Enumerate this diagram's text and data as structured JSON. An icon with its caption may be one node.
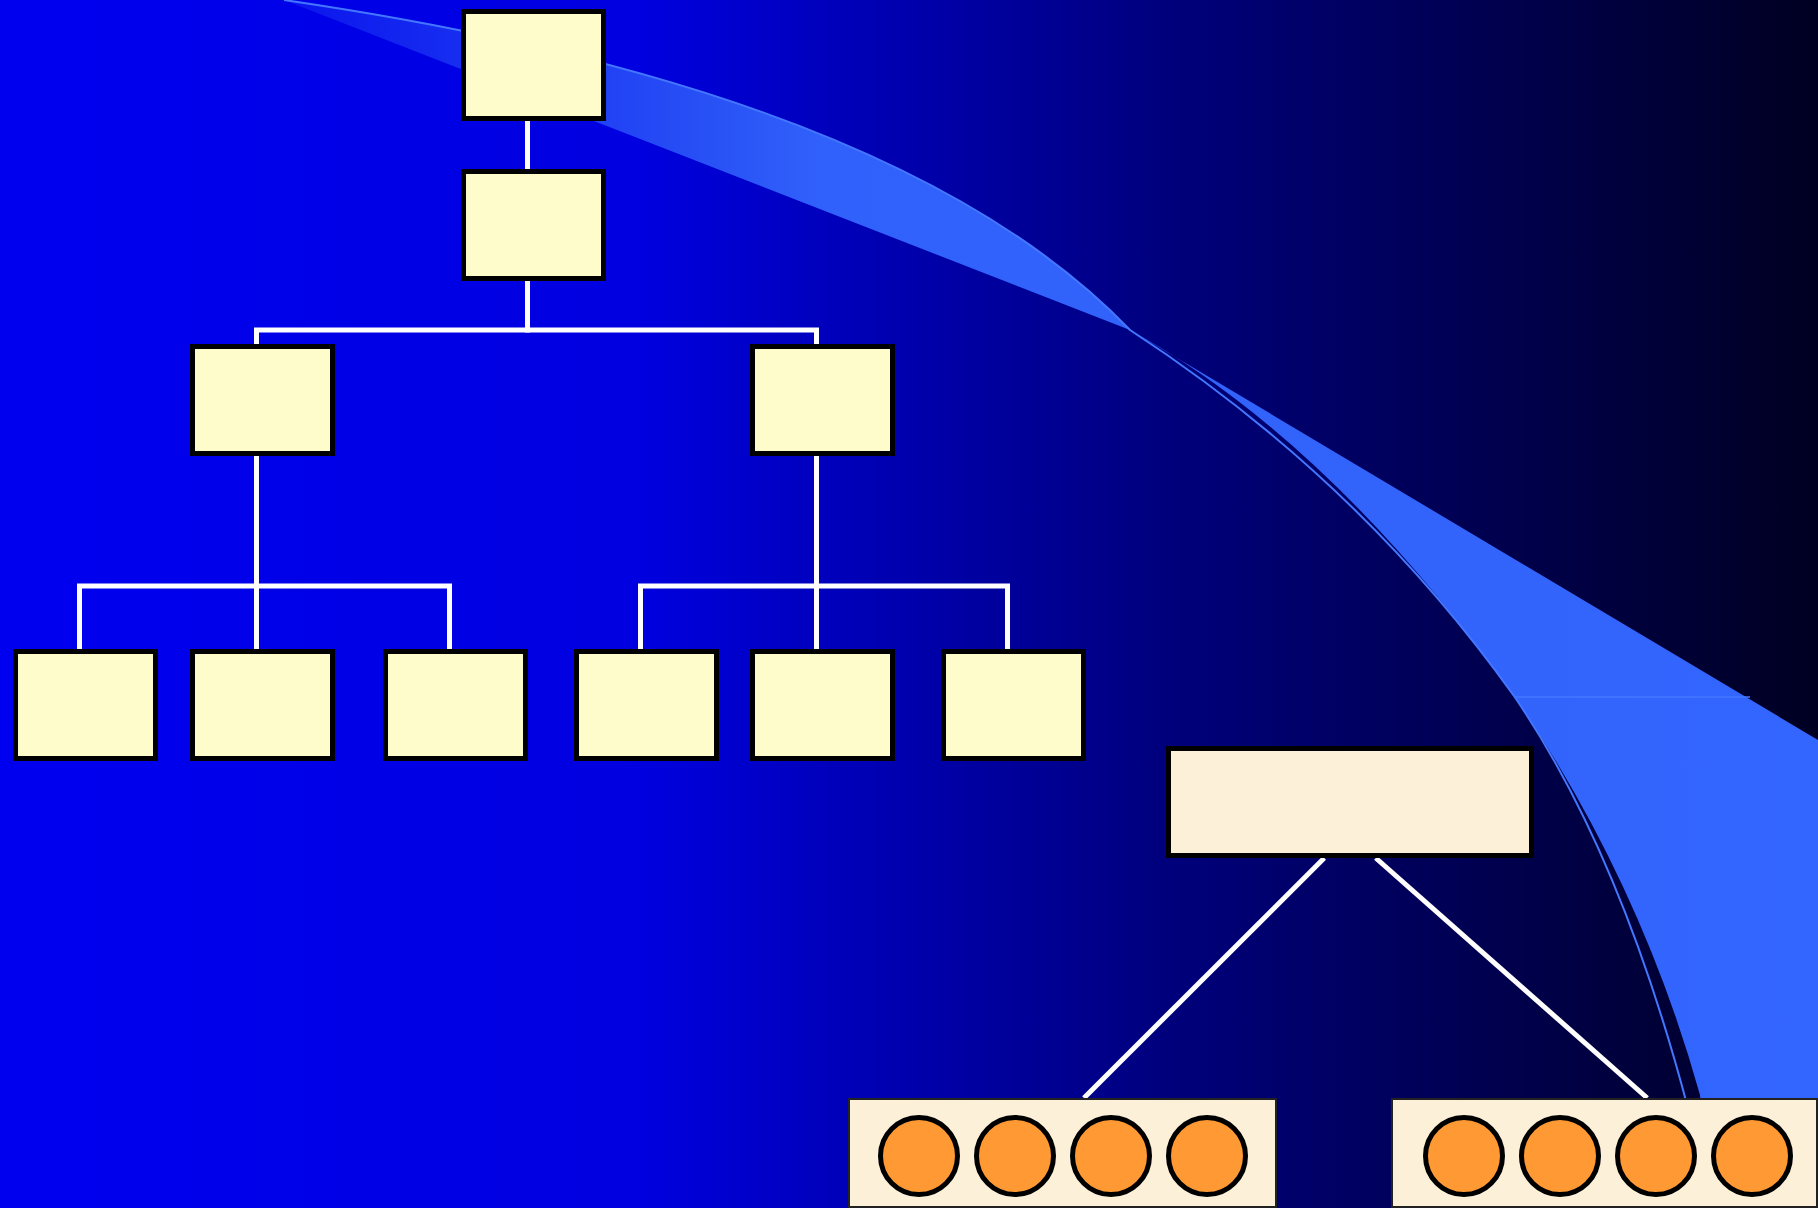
{
  "diagram": {
    "nodes": [
      {
        "text": [],
        "shape": "box"
      },
      {
        "text": [],
        "shape": "box"
      },
      {
        "text": [],
        "shape": "box"
      },
      {
        "text": [],
        "shape": "box"
      },
      {
        "text": [],
        "shape": "box"
      },
      {
        "text": [],
        "shape": "box"
      },
      {
        "text": [],
        "shape": "box"
      },
      {
        "text": [],
        "shape": "box"
      },
      {
        "text": [],
        "shape": "box"
      },
      {
        "text": [],
        "shape": "box"
      },
      {
        "text": [],
        "shape": "box"
      },
      {
        "text": [],
        "shape": "box"
      },
      {
        "text": [],
        "shape": "circle",
        "in": 11
      },
      {
        "text": [],
        "shape": "circle",
        "in": 11
      },
      {
        "text": [],
        "shape": "circle",
        "in": 11
      },
      {
        "text": [],
        "shape": "circle",
        "in": 11
      },
      {
        "text": [],
        "shape": "box"
      },
      {
        "text": [],
        "shape": "circle",
        "in": 16
      },
      {
        "text": [],
        "shape": "circle",
        "in": 16
      },
      {
        "text": [],
        "shape": "circle",
        "in": 16
      },
      {
        "text": [],
        "shape": "circle",
        "in": 16
      }
    ],
    "edges": [
      {
        "from": 0,
        "to": 1,
        "arrow": "none"
      },
      {
        "from": 1,
        "to": 2,
        "arrow": "none"
      },
      {
        "from": 1,
        "to": 3,
        "arrow": "none"
      },
      {
        "from": 2,
        "to": 4,
        "arrow": "none"
      },
      {
        "from": 2,
        "to": 5,
        "arrow": "none"
      },
      {
        "from": 2,
        "to": 6,
        "arrow": "none"
      },
      {
        "from": 3,
        "to": 7,
        "arrow": "none"
      },
      {
        "from": 3,
        "to": 8,
        "arrow": "none"
      },
      {
        "from": 3,
        "to": 9,
        "arrow": "none"
      },
      {
        "from": 10,
        "to": 11,
        "arrow": "none"
      },
      {
        "from": 10,
        "to": 16,
        "arrow": "none"
      }
    ]
  }
}
